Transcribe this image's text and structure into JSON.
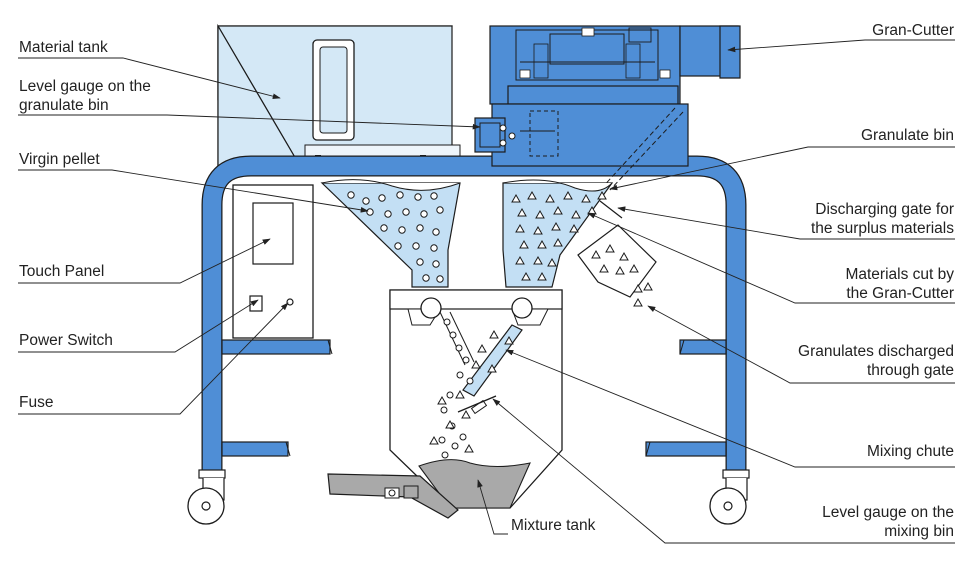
{
  "labels": {
    "material_tank": "Material tank",
    "level_gauge_granulate_bin_1": "Level gauge on the",
    "level_gauge_granulate_bin_2": "granulate bin",
    "virgin_pellet": "Virgin pellet",
    "touch_panel": "Touch Panel",
    "power_switch": "Power Switch",
    "fuse": "Fuse",
    "mixture_tank": "Mixture tank",
    "gran_cutter": "Gran-Cutter",
    "granulate_bin": "Granulate bin",
    "discharging_gate_1": "Discharging gate for",
    "discharging_gate_2": "the surplus materials",
    "materials_cut_1": "Materials cut by",
    "materials_cut_2": "the Gran-Cutter",
    "granulates_discharged_1": "Granulates discharged",
    "granulates_discharged_2": "through gate",
    "mixing_chute": "Mixing chute",
    "level_gauge_mixing_bin_1": "Level gauge on the",
    "level_gauge_mixing_bin_2": "mixing bin"
  },
  "colors": {
    "frame_blue": "#4f8ed6",
    "tank_light": "#d4e8f6",
    "hopper_fill": "#c3dff4",
    "mixture_gray": "#a9a9a9",
    "outline": "#1c1c1c"
  }
}
